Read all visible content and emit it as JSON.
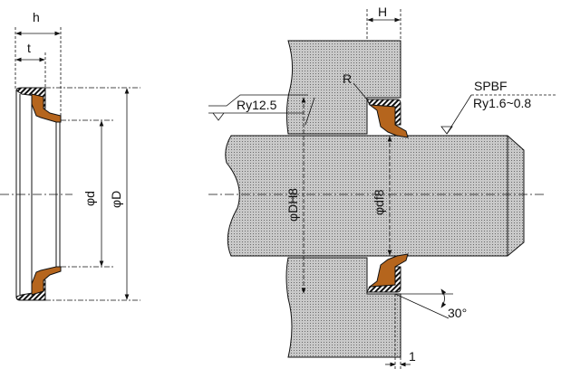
{
  "labels": {
    "h": "h",
    "t": "t",
    "phi_d": "φd",
    "phi_D": "φD",
    "H": "H",
    "R": "R",
    "ry_housing": "Ry12.5",
    "spbf": "SPBF",
    "ry_shaft": "Ry1.6~0.8",
    "phi_DH8": "φDH8",
    "phi_df8": "φdf8",
    "angle": "30°",
    "chamfer_len": "1"
  },
  "colors": {
    "rubber": "#b5651d",
    "steel": "#8a8a8a",
    "line": "#111111"
  }
}
